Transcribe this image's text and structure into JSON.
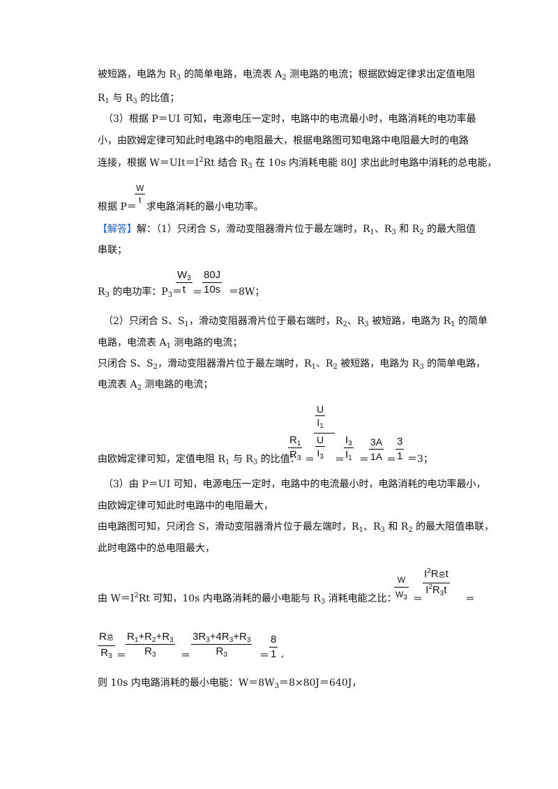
{
  "lines": {
    "l1": [
      "被短路，电路为 R",
      "3",
      " 的简单电路，电流表 A",
      "2",
      " 测电路的电流；根据欧姆定律求出定值电阻"
    ],
    "l2": [
      "R",
      "1",
      " 与 R",
      "3",
      " 的比值；"
    ],
    "l3": "（3）根据 P＝UI 可知，电源电压一定时，电路中的电流最小时，电路消耗的电功率最",
    "l4": "小，由欧姆定律可知此时电路中的电阻最大，根据电路图可知电路中电阻最大时的电路",
    "l5": [
      "连接，根据 W＝UIt＝I",
      "2",
      "Rt 结合 R",
      "3",
      " 在 10s 内消耗电能 80J 求出此时电路中消耗的总电能，"
    ],
    "l6a": "根据 P＝",
    "l6b": "求电路消耗的最小电功率。",
    "l7_tag": "【解答】",
    "l7": [
      "解：（1）只闭合 S，滑动变阻器滑片位于最左端时，R",
      "1",
      "、R",
      "3",
      " 和 R",
      "2",
      " 的最大阻值"
    ],
    "l8": "串联；",
    "l9": [
      "R",
      "3",
      " 的电功率：P",
      "3",
      "＝"
    ],
    "l9_tail": "＝8W；",
    "l10": [
      "（2）只闭合 S、S",
      "1",
      "，滑动变阻器滑片位于最右端时，R",
      "2",
      "、R",
      "3",
      " 被短路，电路为 R",
      "1",
      " 的简单"
    ],
    "l11": [
      "电路，电流表 A",
      "1",
      " 测电路的电流；"
    ],
    "l12": [
      "只闭合 S、S",
      "2",
      "，滑动变阻器滑片位于最左端时，R",
      "1",
      "、R",
      "2",
      " 被短路，电路为 R",
      "3",
      " 的简单电路，"
    ],
    "l13": [
      "电流表 A",
      "2",
      " 测电路的电流；"
    ],
    "l14": [
      "由欧姆定律可知，定值电阻 R",
      "1",
      " 与 R",
      "3",
      " 的比值："
    ],
    "l14_tail": "＝3；",
    "l15": "（3）由 P＝UI 可知，电源电压一定时，电路中的电流最小时，电路消耗的电功率最小，",
    "l16": "由欧姆定律可知此时电路中的电阻最大，",
    "l17": [
      "由电路图可知，只闭合 S，滑动变阻器滑片位于最左端时，R",
      "1",
      "、R",
      "3",
      " 和 R",
      "2",
      " 的最大阻值串联，"
    ],
    "l18": "此时电路中的总电阻最大，",
    "l19": [
      "由 W＝I",
      "2",
      "Rt 可知，10s 内电路消耗的最小电能与 R",
      "3",
      " 消耗电能之比："
    ],
    "l21": [
      "则 10s 内电路消耗的最小电能：W＝8W",
      "3",
      "＝8×80J＝640J，"
    ]
  },
  "math": {
    "eq": "＝",
    "W": "W",
    "t": "t",
    "W3": [
      "W",
      "3"
    ],
    "J80": "80J",
    "s10": "10s",
    "U": "U",
    "I1": [
      "I",
      "1"
    ],
    "I3": [
      "I",
      "3"
    ],
    "R1": [
      "R",
      "1"
    ],
    "R3": [
      "R",
      "3"
    ],
    "A3": "3A",
    "A1": "1A",
    "n3": "3",
    "n1": "1",
    "n8": "8",
    "I2Rt_num": [
      "I",
      "2",
      "R",
      "总",
      "t"
    ],
    "I2Rt_den": [
      "I",
      "2",
      "R",
      "3",
      "t"
    ],
    "Rsum": [
      "R",
      "总"
    ],
    "sum1": [
      "R",
      "1",
      "+R",
      "2",
      "+R",
      "3"
    ],
    "sum2": [
      "3R",
      "3",
      "+4R",
      "3",
      "+R",
      "3"
    ]
  }
}
